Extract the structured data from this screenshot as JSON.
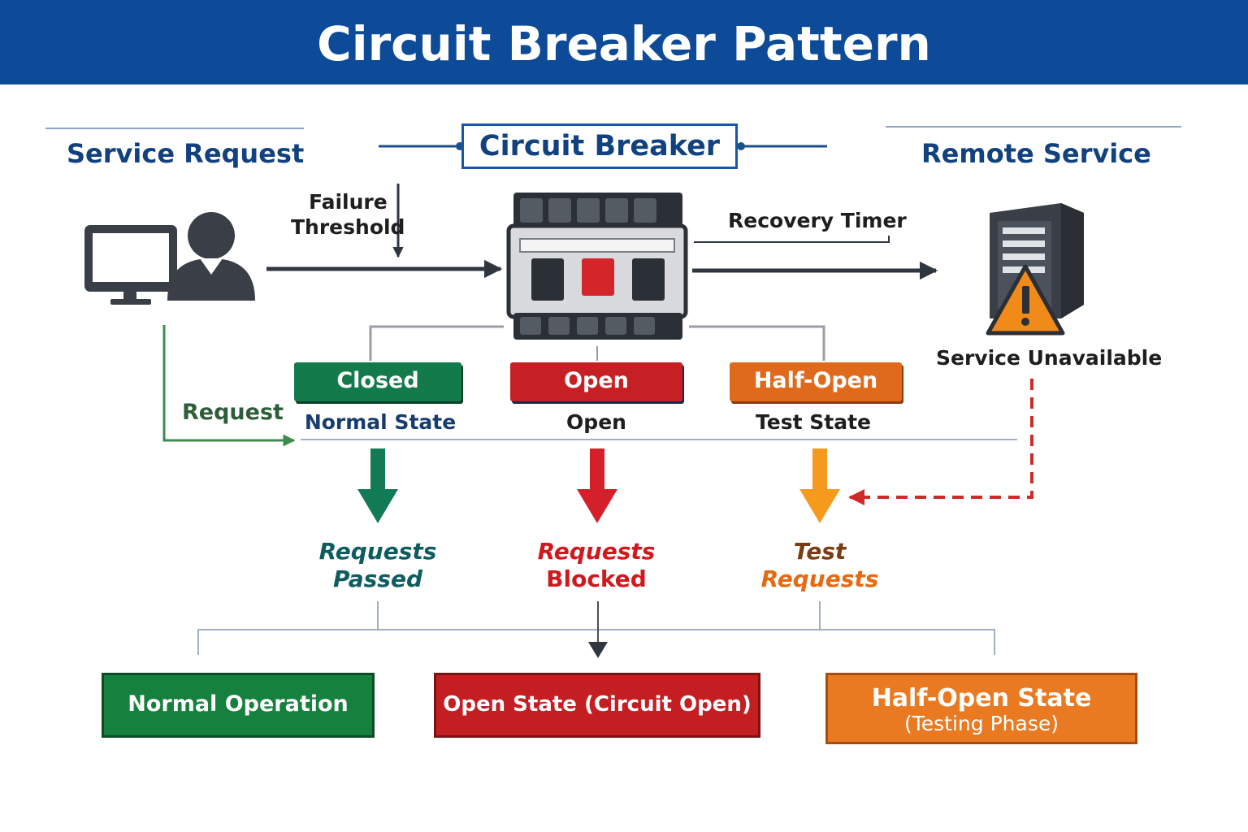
{
  "title": "Circuit Breaker Pattern",
  "columns": {
    "left": "Service Request",
    "center": "Circuit Breaker",
    "right": "Remote Service"
  },
  "labels": {
    "failure_threshold_line1": "Failure",
    "failure_threshold_line2": "Threshold",
    "recovery_timer": "Recovery Timer",
    "request": "Request",
    "service_unavailable": "Service Unavailable"
  },
  "states": [
    {
      "label": "Closed",
      "description": "Normal State",
      "color": "#137a4c"
    },
    {
      "label": "Open",
      "description": "Open",
      "color": "#c61f24"
    },
    {
      "label": "Half-Open",
      "description": "Test State",
      "color": "#e06a1c"
    }
  ],
  "outcomes": [
    {
      "line1": "Requests",
      "line2": "Passed",
      "color": "#0f5c60"
    },
    {
      "line1": "Requests",
      "line2": "Blocked",
      "color": "#d0191e"
    },
    {
      "line1": "Test",
      "line2": "Requests",
      "line1_color": "#7a3c14",
      "color": "#e46a14"
    }
  ],
  "results": [
    {
      "title": "Normal Operation",
      "subtitle": "",
      "color": "#16803e"
    },
    {
      "title": "Open State (Circuit Open)",
      "subtitle": "",
      "color": "#c41e22"
    },
    {
      "title": "Half-Open State",
      "subtitle": "(Testing Phase)",
      "color": "#ea7a22"
    }
  ],
  "colors": {
    "header": "#0d4a97",
    "arrow_dark": "#2f3640",
    "request_arrow": "#3d8b4f",
    "unavailable_arrow": "#cf2a2a",
    "warning": "#f08a18"
  },
  "icons": [
    "computer-icon",
    "user-icon",
    "circuit-breaker-icon",
    "server-icon",
    "warning-icon"
  ]
}
